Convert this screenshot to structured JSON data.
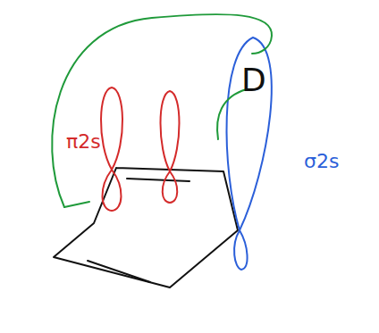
{
  "diagram": {
    "labels": [
      "π2s",
      "D",
      "σ2s"
    ]
  }
}
